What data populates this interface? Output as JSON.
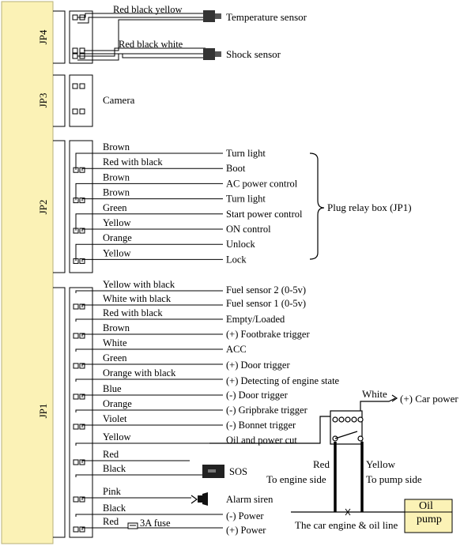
{
  "colors": {
    "board": "#fbf2b6",
    "board_border": "#b7b07a",
    "pump_box": "#fbf2b6",
    "line": "#000000"
  },
  "connectors": [
    "JP4",
    "JP3",
    "JP2",
    "JP1"
  ],
  "jp4": {
    "wires": [
      "Red black yellow",
      "Red black white"
    ],
    "sensors": [
      "Temperature sensor",
      "Shock sensor"
    ]
  },
  "jp3": {
    "label": "Camera"
  },
  "jp2": {
    "wires": [
      "Brown",
      "Red with black",
      "Brown",
      "Brown",
      "Green",
      "Yellow",
      "Orange",
      "Yellow"
    ],
    "functions": [
      "Turn light",
      "Boot",
      "AC power control",
      "Turn light",
      "Start power control",
      "ON control",
      "Unlock",
      "Lock"
    ],
    "relay_box": "Plug relay box (JP1)"
  },
  "jp1": {
    "wires": [
      "Yellow with black",
      "White with black",
      "Red  with black",
      "Brown",
      "White",
      "Green",
      "Orange with black",
      "Blue",
      "Orange",
      "Violet",
      "Yellow",
      "Red",
      "Black",
      "Pink",
      "Black",
      "Red"
    ],
    "functions": [
      "Fuel sensor 2 (0-5v)",
      "Fuel sensor 1 (0-5v)",
      "Empty/Loaded",
      "(+) Footbrake trigger",
      "ACC",
      "(+) Door trigger",
      "(+) Detecting of engine state",
      "(-) Door trigger",
      "(-) Gripbrake trigger",
      "(-) Bonnet trigger",
      "Oil and power cut",
      "SOS",
      "Alarm siren",
      "(-) Power",
      "(+) Power"
    ],
    "fuse": "3A fuse"
  },
  "relay": {
    "white_wire": "White",
    "car_power": "(+) Car power",
    "red_wire": "Red",
    "yellow_wire": "Yellow",
    "engine_side": "To engine side",
    "pump_side": "To pump side",
    "engine_line": "The car engine & oil line",
    "oil": "Oil",
    "pump": "pump"
  }
}
